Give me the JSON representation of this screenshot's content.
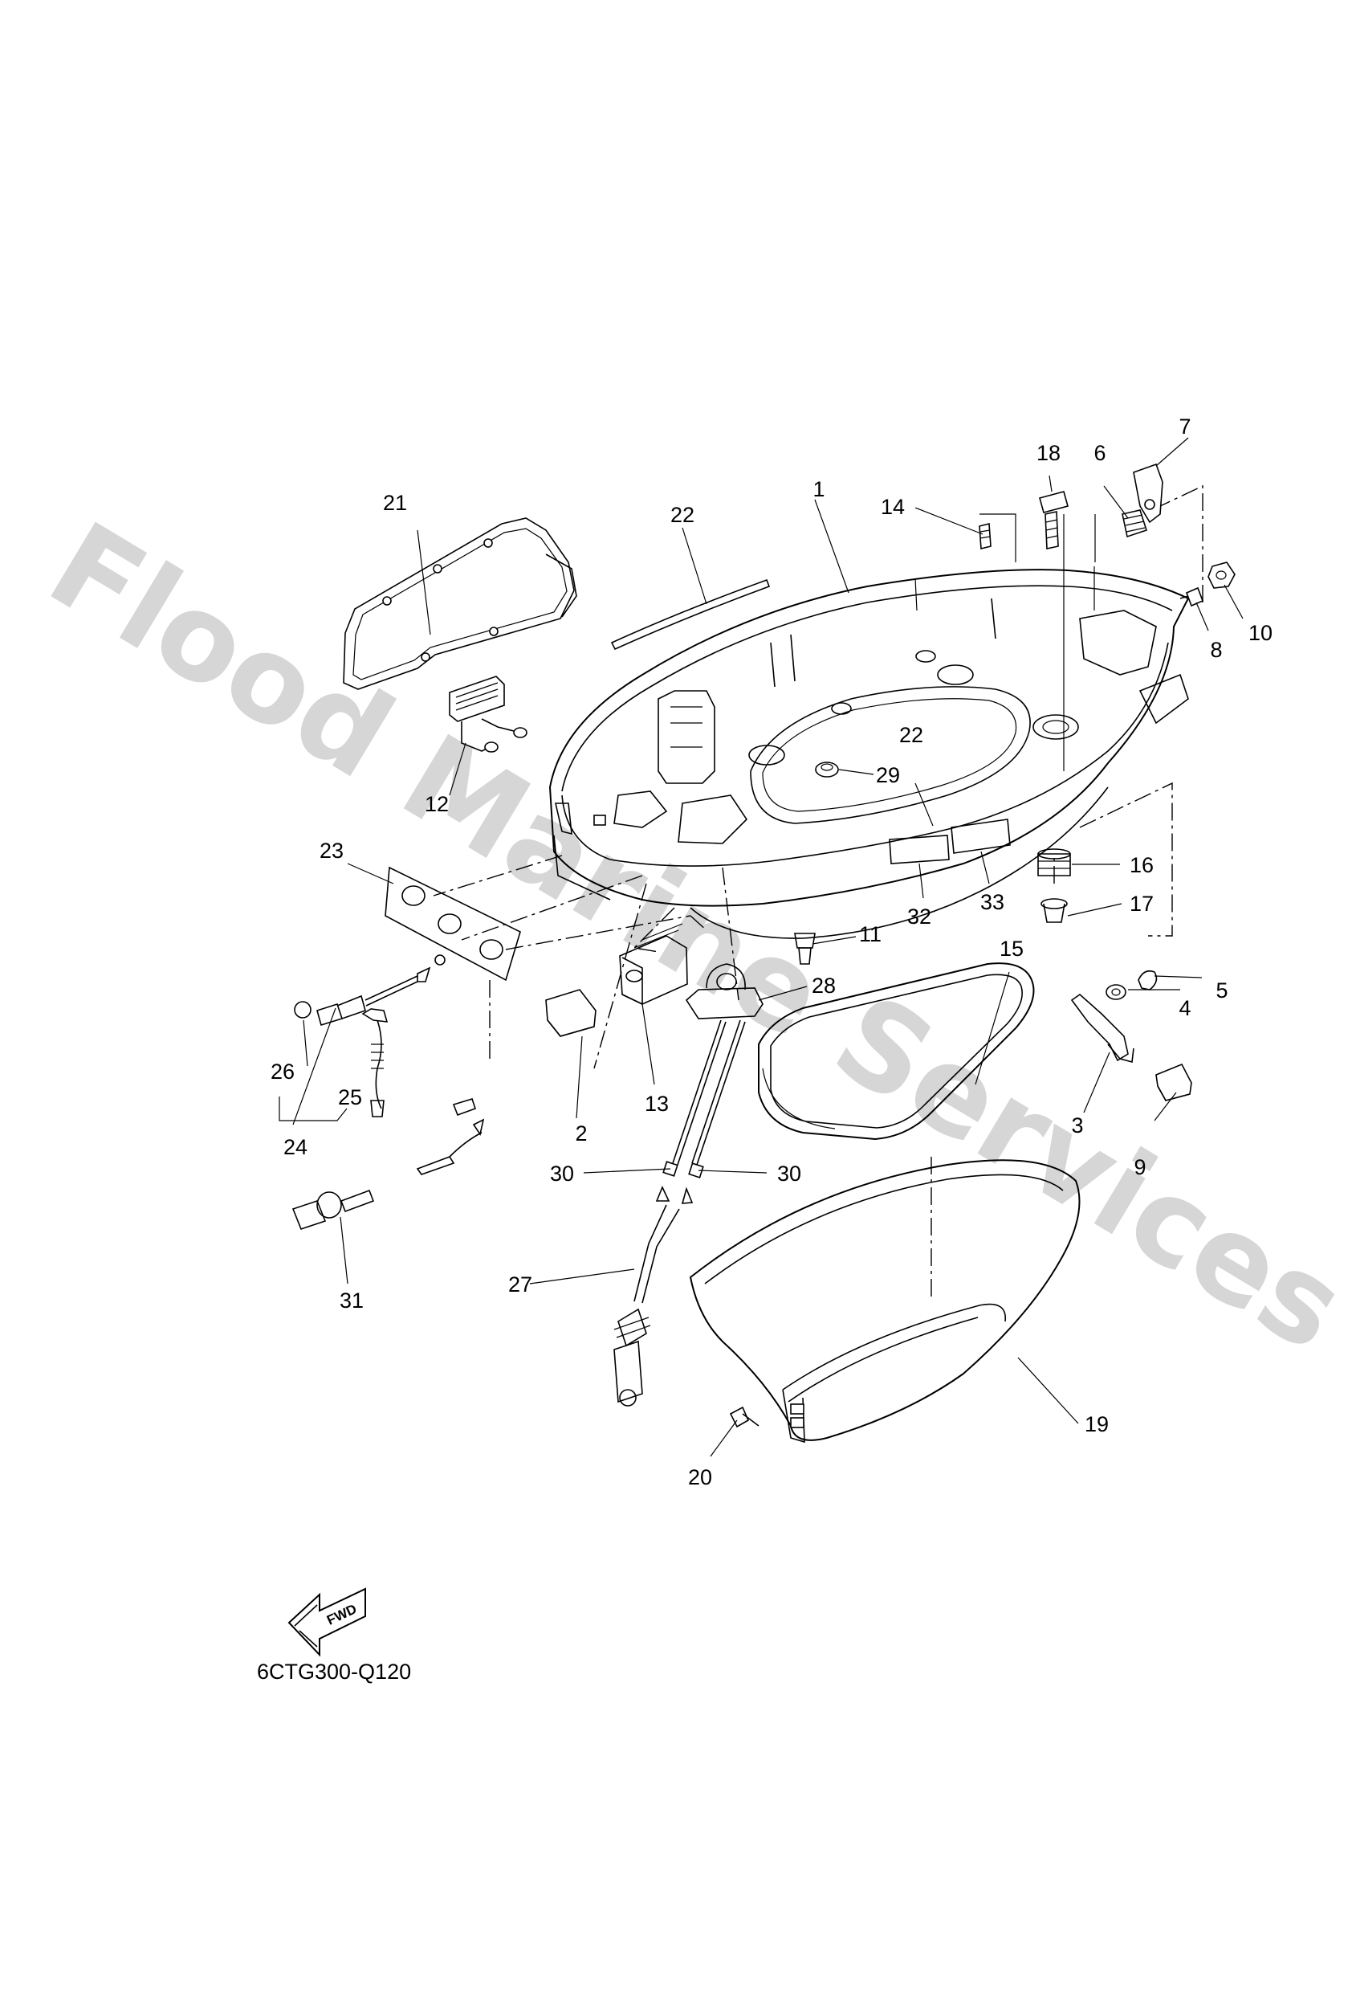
{
  "watermark": {
    "text": "Flood Marine Services",
    "color": "#c8c8c8"
  },
  "diagram_code": "6CTG300-Q120",
  "fwd_arrow": {
    "label": "FWD"
  },
  "callouts": [
    {
      "id": "c1",
      "text": "1"
    },
    {
      "id": "c2",
      "text": "2"
    },
    {
      "id": "c3",
      "text": "3"
    },
    {
      "id": "c4",
      "text": "4"
    },
    {
      "id": "c5",
      "text": "5"
    },
    {
      "id": "c6",
      "text": "6"
    },
    {
      "id": "c7",
      "text": "7"
    },
    {
      "id": "c8",
      "text": "8"
    },
    {
      "id": "c9",
      "text": "9"
    },
    {
      "id": "c10",
      "text": "10"
    },
    {
      "id": "c11",
      "text": "11"
    },
    {
      "id": "c12",
      "text": "12"
    },
    {
      "id": "c13",
      "text": "13"
    },
    {
      "id": "c14",
      "text": "14"
    },
    {
      "id": "c15",
      "text": "15"
    },
    {
      "id": "c16",
      "text": "16"
    },
    {
      "id": "c17",
      "text": "17"
    },
    {
      "id": "c18",
      "text": "18"
    },
    {
      "id": "c19",
      "text": "19"
    },
    {
      "id": "c20",
      "text": "20"
    },
    {
      "id": "c21",
      "text": "21"
    },
    {
      "id": "c22a",
      "text": "22"
    },
    {
      "id": "c22b",
      "text": "22"
    },
    {
      "id": "c23",
      "text": "23"
    },
    {
      "id": "c24",
      "text": "24"
    },
    {
      "id": "c25",
      "text": "25"
    },
    {
      "id": "c26",
      "text": "26"
    },
    {
      "id": "c27",
      "text": "27"
    },
    {
      "id": "c28",
      "text": "28"
    },
    {
      "id": "c29",
      "text": "29"
    },
    {
      "id": "c30a",
      "text": "30"
    },
    {
      "id": "c30b",
      "text": "30"
    },
    {
      "id": "c31",
      "text": "31"
    },
    {
      "id": "c32",
      "text": "32"
    },
    {
      "id": "c33",
      "text": "33"
    }
  ]
}
